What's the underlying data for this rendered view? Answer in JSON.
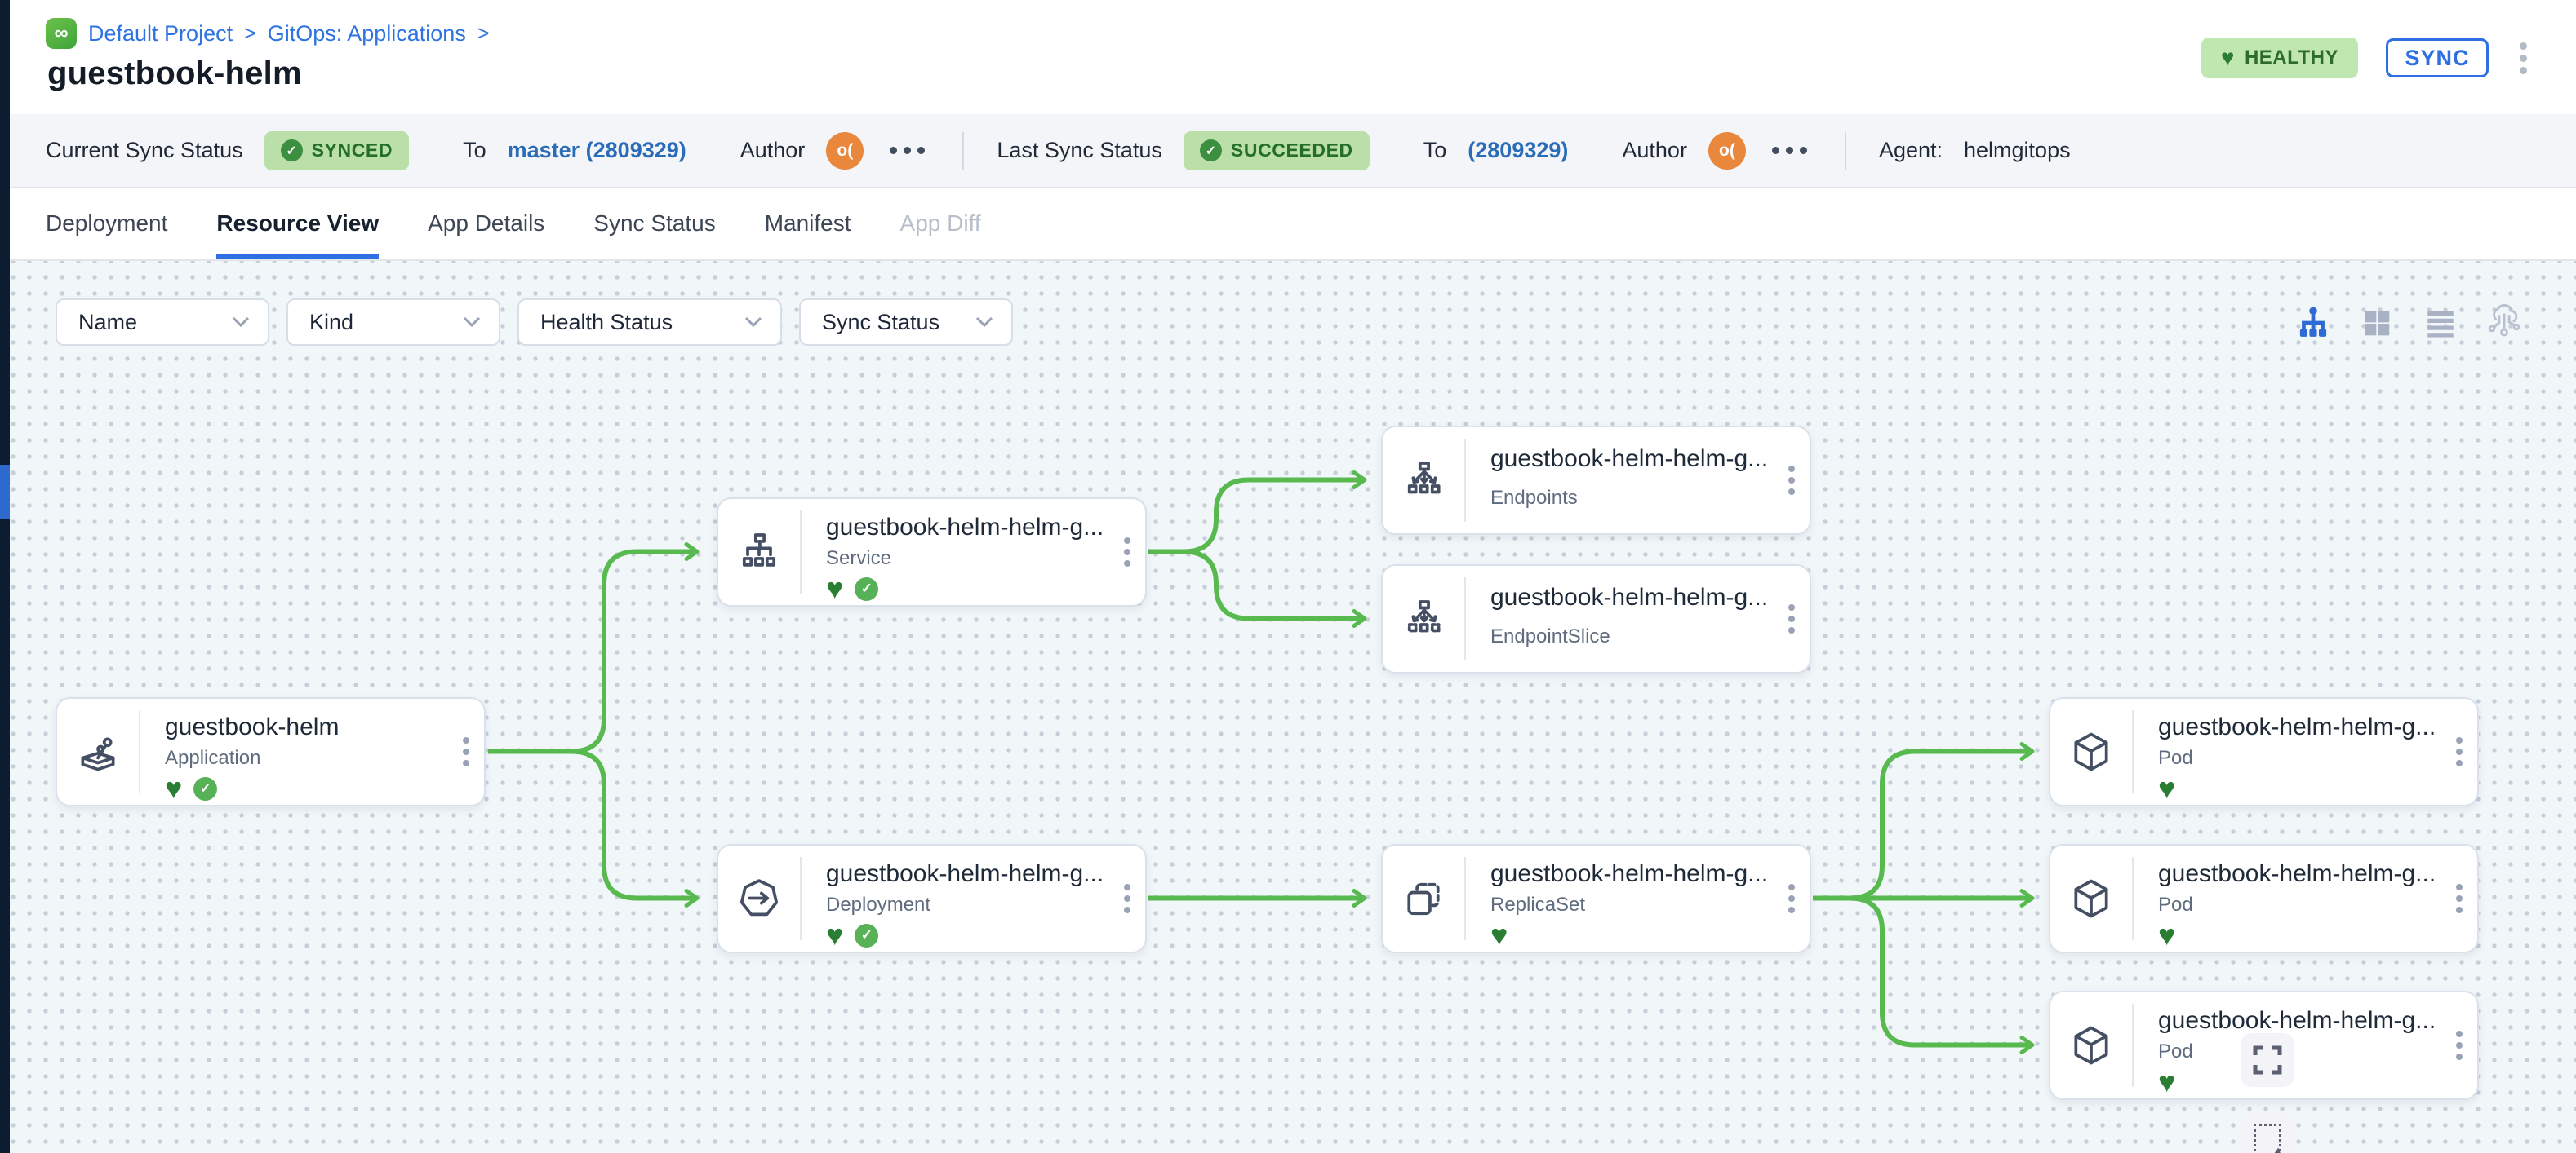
{
  "breadcrumb": {
    "logo_icon": "gitops-infinity-logo",
    "logo_glyph": "∞",
    "project": "Default Project",
    "sep1": ">",
    "section": "GitOps: Applications",
    "sep2": ">"
  },
  "page": {
    "title": "guestbook-helm"
  },
  "header_actions": {
    "health_badge": "HEALTHY",
    "health_heart": "♥",
    "sync_button": "SYNC",
    "more_menu_icon": "vertical-kebab"
  },
  "status_bar": {
    "current": {
      "label": "Current Sync Status",
      "badge": "SYNCED",
      "badge_check": "✓",
      "to_label": "To",
      "target": "master (2809329)",
      "author_label": "Author",
      "author_avatar": "o(",
      "more_icon": "horizontal-kebab"
    },
    "last": {
      "label": "Last Sync Status",
      "badge": "SUCCEEDED",
      "badge_check": "✓",
      "to_label": "To",
      "target": "(2809329)",
      "author_label": "Author",
      "author_avatar": "o(",
      "more_icon": "horizontal-kebab"
    },
    "agent": {
      "label": "Agent:",
      "value": "helmgitops"
    }
  },
  "tabs": [
    {
      "label": "Deployment",
      "state": "normal"
    },
    {
      "label": "Resource View",
      "state": "active"
    },
    {
      "label": "App Details",
      "state": "normal"
    },
    {
      "label": "Sync Status",
      "state": "normal"
    },
    {
      "label": "Manifest",
      "state": "normal"
    },
    {
      "label": "App Diff",
      "state": "disabled"
    }
  ],
  "filters": [
    {
      "label": "Name"
    },
    {
      "label": "Kind"
    },
    {
      "label": "Health Status"
    },
    {
      "label": "Sync Status"
    }
  ],
  "view_toggles": [
    {
      "name": "tree-view",
      "active": true
    },
    {
      "name": "grid-view",
      "active": false
    },
    {
      "name": "list-view",
      "active": false
    },
    {
      "name": "network-view",
      "active": false
    }
  ],
  "nodes": [
    {
      "title": "guestbook-helm",
      "kind": "Application",
      "health": "healthy",
      "synced": true,
      "heart": "♥",
      "check": "✓"
    },
    {
      "title": "guestbook-helm-helm-g...",
      "kind": "Service",
      "health": "healthy",
      "synced": true,
      "heart": "♥",
      "check": "✓"
    },
    {
      "title": "guestbook-helm-helm-g...",
      "kind": "Endpoints",
      "health": "none",
      "synced": false
    },
    {
      "title": "guestbook-helm-helm-g...",
      "kind": "EndpointSlice",
      "health": "none",
      "synced": false
    },
    {
      "title": "guestbook-helm-helm-g...",
      "kind": "Deployment",
      "health": "healthy",
      "synced": true,
      "heart": "♥",
      "check": "✓"
    },
    {
      "title": "guestbook-helm-helm-g...",
      "kind": "ReplicaSet",
      "health": "healthy",
      "synced": false,
      "heart": "♥"
    },
    {
      "title": "guestbook-helm-helm-g...",
      "kind": "Pod",
      "health": "healthy",
      "synced": false,
      "heart": "♥"
    },
    {
      "title": "guestbook-helm-helm-g...",
      "kind": "Pod",
      "health": "healthy",
      "synced": false,
      "heart": "♥"
    },
    {
      "title": "guestbook-helm-helm-g...",
      "kind": "Pod",
      "health": "healthy",
      "synced": false,
      "heart": "♥"
    }
  ],
  "canvas_controls": [
    {
      "name": "fit-view-button"
    },
    {
      "name": "selection-mode-button"
    }
  ],
  "theme": {
    "accent_blue": "#2f6fe4",
    "link_blue": "#2b6cb8",
    "edge_green": "#57b94e",
    "health_green": "#2a7e33",
    "sync_green": "#57b257",
    "badge_bg_green": "#badfa9",
    "badge_text_green": "#256e25",
    "canvas_bg": "#f1f6f9",
    "rail_dark": "#0d1c30",
    "avatar_orange": "#e9873d"
  }
}
